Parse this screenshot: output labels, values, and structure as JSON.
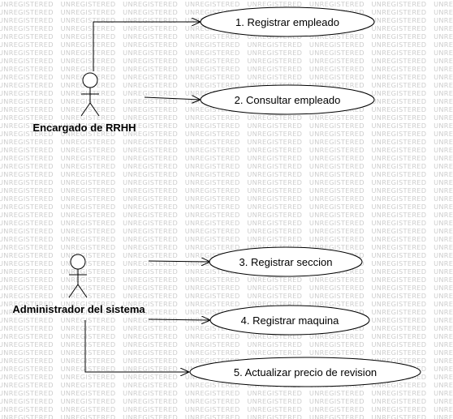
{
  "diagram": {
    "watermark_text": "UNREGISTERED",
    "actors": {
      "rrhh": "Encargado de RRHH",
      "admin": "Administrador del sistema"
    },
    "use_cases": {
      "uc1": "1. Registrar empleado",
      "uc2": "2. Consultar empleado",
      "uc3": "3. Registrar seccion",
      "uc4": "4. Registrar maquina",
      "uc5": "5. Actualizar precio de revision"
    },
    "colors": {
      "line": "#000000",
      "ellipse_fill": "#ffffff",
      "watermark": "#cdcdcd"
    }
  }
}
